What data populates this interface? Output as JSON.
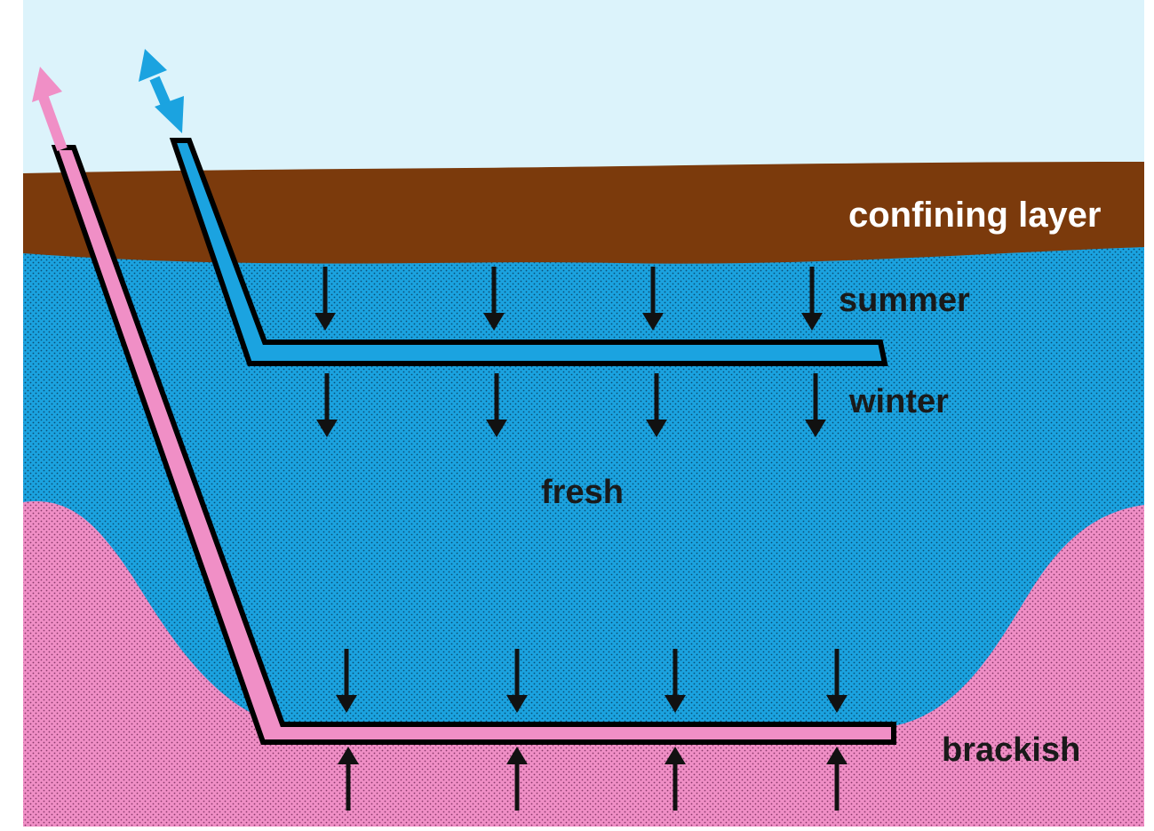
{
  "labels": {
    "confining_layer": "confining layer",
    "summer": "summer",
    "winter": "winter",
    "fresh": "fresh",
    "brackish": "brackish"
  },
  "colors": {
    "sky": "#dcf3fb",
    "confining_layer": "#7b3a0c",
    "fresh_water": "#1ba3e0",
    "brackish_water": "#f08fc6",
    "fresh_well_pipe": "#1ba3e0",
    "brackish_well_pipe": "#f08fc6",
    "outline": "#000000",
    "flow_arrow": "#111111",
    "label_light": "#ffffff",
    "label_dark": "#1a1a1a"
  },
  "icons": {
    "fresh_well_flow": "double-headed-arrow-icon",
    "brackish_well_flow": "up-arrow-icon",
    "groundwater_flow": "down-arrow-icon",
    "brackish_upflow": "up-arrow-icon"
  }
}
